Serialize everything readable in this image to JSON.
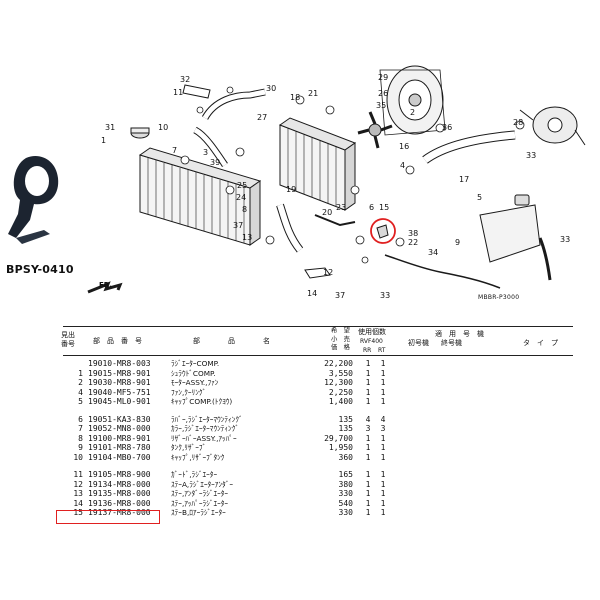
{
  "thumbnail": {
    "label": "BPSY-0410"
  },
  "diagram": {
    "front_label": "FR.",
    "reference_code": "MBBR-P3000",
    "callouts": [
      "32",
      "11",
      "30",
      "29",
      "31",
      "10",
      "7",
      "27",
      "17",
      "36",
      "26",
      "35",
      "21",
      "18",
      "1",
      "39",
      "3",
      "2",
      "16",
      "33",
      "4",
      "28",
      "25",
      "24",
      "19",
      "8",
      "37",
      "13",
      "6",
      "15",
      "20",
      "23",
      "38",
      "22",
      "9",
      "34",
      "14",
      "5",
      "12",
      "37",
      "33",
      "33"
    ]
  },
  "table": {
    "headers": {
      "ref_no": "見出\n番号",
      "part_no": "部　品　番　号",
      "part_name": "部　　　　品　　　　名",
      "price": "希　望\n小　売\n価　格",
      "qty": "使用個数",
      "qty_model": "RVF400",
      "qty_cols": [
        "RR",
        "RT"
      ],
      "applicable": "適　用　号　機",
      "first": "初号機",
      "last": "終号機",
      "type": "タ　イ　プ"
    },
    "groups": [
      [
        {
          "no": "",
          "part": "19010-MR8-003",
          "name": "ﾗｼﾞｴｰﾀｰCOMP.",
          "price": "22,200",
          "rr": "1",
          "rt": "1"
        },
        {
          "no": "1",
          "part": "19015-MR8-901",
          "name": "ｼｭﾗｳﾄﾞCOMP.",
          "price": "3,550",
          "rr": "1",
          "rt": "1"
        },
        {
          "no": "2",
          "part": "19030-MR8-901",
          "name": "ﾓｰﾀｰASSY.,ﾌｧﾝ",
          "price": "12,300",
          "rr": "1",
          "rt": "1"
        },
        {
          "no": "4",
          "part": "19040-MF5-751",
          "name": "ﾌｧﾝ,ｸｰﾘﾝｸﾞ",
          "price": "2,250",
          "rr": "1",
          "rt": "1"
        },
        {
          "no": "5",
          "part": "19045-ML0-901",
          "name": "ｷｬｯﾌﾟCOMP.(ﾄｸﾖｳ)",
          "price": "1,400",
          "rr": "1",
          "rt": "1"
        }
      ],
      [
        {
          "no": "6",
          "part": "19051-KA3-830",
          "name": "ﾗﾊﾞｰ,ﾗｼﾞｴｰﾀｰﾏｳﾝﾃｨﾝｸﾞ",
          "price": "135",
          "rr": "4",
          "rt": "4"
        },
        {
          "no": "7",
          "part": "19052-MN8-000",
          "name": "ｶﾗｰ,ﾗｼﾞｴｰﾀｰﾏｳﾝﾃｨﾝｸﾞ",
          "price": "135",
          "rr": "3",
          "rt": "3"
        },
        {
          "no": "8",
          "part": "19100-MR8-901",
          "name": "ﾘｻﾞｰﾊﾞｰASSY.,ｱｯﾊﾟｰ",
          "price": "29,700",
          "rr": "1",
          "rt": "1"
        },
        {
          "no": "9",
          "part": "19101-MR8-780",
          "name": "ﾀﾝｸ,ﾘｻﾞｰﾌﾞ",
          "price": "1,950",
          "rr": "1",
          "rt": "1"
        },
        {
          "no": "10",
          "part": "19104-MB0-700",
          "name": "ｷｬｯﾌﾟ,ﾘｻﾞｰﾌﾞﾀﾝｸ",
          "price": "360",
          "rr": "1",
          "rt": "1"
        }
      ],
      [
        {
          "no": "11",
          "part": "19105-MR8-900",
          "name": "ｶﾞｰﾄﾞ,ﾗｼﾞｴｰﾀｰ",
          "price": "165",
          "rr": "1",
          "rt": "1"
        },
        {
          "no": "12",
          "part": "19134-MR8-000",
          "name": "ｽﾃｰA,ﾗｼﾞｴｰﾀｰｱﾝﾀﾞｰ",
          "price": "380",
          "rr": "1",
          "rt": "1"
        },
        {
          "no": "13",
          "part": "19135-MR8-000",
          "name": "ｽﾃｰ,ｱﾝﾀﾞｰﾗｼﾞｴｰﾀｰ",
          "price": "330",
          "rr": "1",
          "rt": "1"
        },
        {
          "no": "14",
          "part": "19136-MR8-000",
          "name": "ｽﾃｰ,ｱｯﾊﾟｰﾗｼﾞｴｰﾀｰ",
          "price": "540",
          "rr": "1",
          "rt": "1"
        },
        {
          "no": "15",
          "part": "19137-MR8-000",
          "name": "ｽﾃｰB,ﾛｱｰﾗｼﾞｴｰﾀｰ",
          "price": "330",
          "rr": "1",
          "rt": "1"
        }
      ]
    ],
    "highlight_color": "#e02020"
  }
}
